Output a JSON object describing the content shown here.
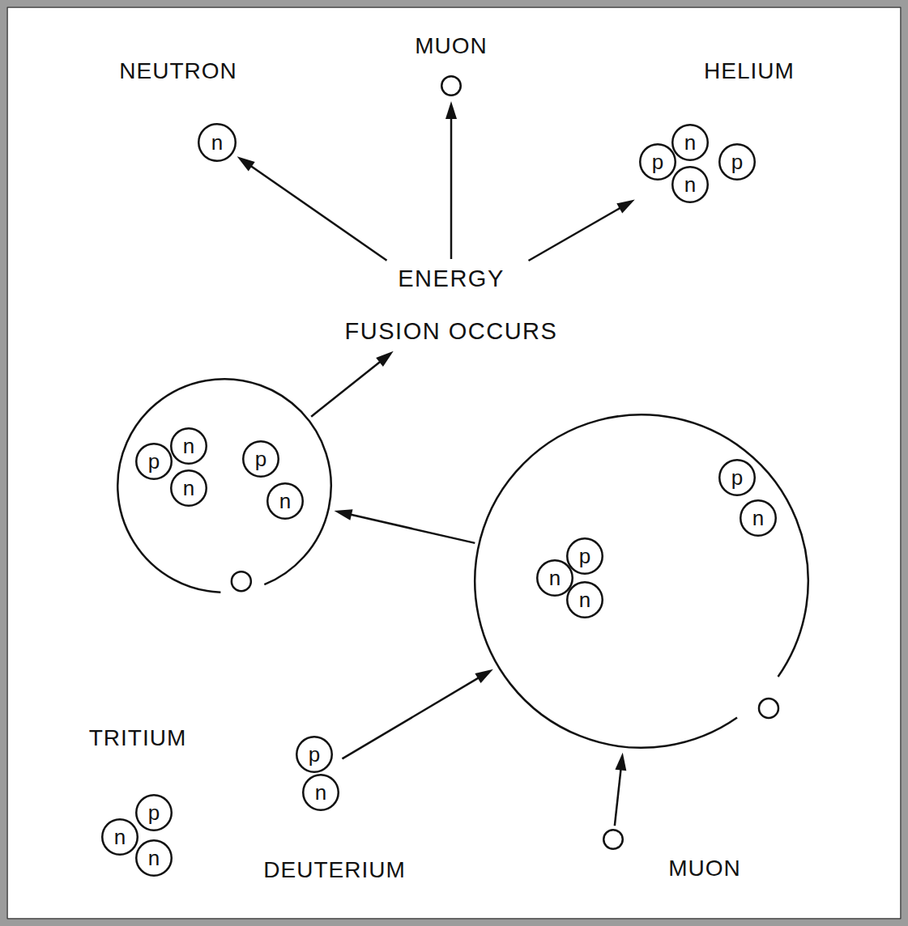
{
  "diagram": {
    "nodes": [
      {
        "text": [
          "NEUTRON",
          "n"
        ]
      },
      {
        "text": [
          "MUON"
        ]
      },
      {
        "text": [
          "HELIUM"
        ]
      },
      {
        "text": [
          "p"
        ],
        "in": 2
      },
      {
        "text": [
          "n"
        ],
        "in": 2
      },
      {
        "text": [
          "p"
        ],
        "in": 2
      },
      {
        "text": [
          "n"
        ],
        "in": 2
      },
      {
        "text": [
          "ENERGY",
          "FUSION OCCURS"
        ]
      },
      {
        "text": []
      },
      {
        "text": [
          "p"
        ],
        "in": 8
      },
      {
        "text": [
          "n"
        ],
        "in": 8
      },
      {
        "text": [
          "n"
        ],
        "in": 8
      },
      {
        "text": [
          "p"
        ],
        "in": 8
      },
      {
        "text": [
          "n"
        ],
        "in": 8
      },
      {
        "text": []
      },
      {
        "text": [
          "p"
        ],
        "in": 14
      },
      {
        "text": [
          "n"
        ],
        "in": 14
      },
      {
        "text": [
          "n"
        ],
        "in": 14
      },
      {
        "text": [
          "p"
        ],
        "in": 14
      },
      {
        "text": [
          "n"
        ],
        "in": 14
      },
      {
        "text": [
          "TRITIUM"
        ]
      },
      {
        "text": [
          "p"
        ],
        "in": 20
      },
      {
        "text": [
          "n"
        ],
        "in": 20
      },
      {
        "text": [
          "n"
        ],
        "in": 20
      },
      {
        "text": [
          "DEUTERIUM"
        ]
      },
      {
        "text": [
          "p"
        ],
        "in": 24
      },
      {
        "text": [
          "n"
        ],
        "in": 24
      },
      {
        "text": [
          "MUON"
        ]
      }
    ],
    "edges": [
      {
        "from": 7,
        "to": 0,
        "arrow": "to"
      },
      {
        "from": 7,
        "to": 1,
        "arrow": "to"
      },
      {
        "from": 7,
        "to": 2,
        "arrow": "to"
      },
      {
        "from": 8,
        "to": 7,
        "arrow": "to"
      },
      {
        "from": 14,
        "to": 8,
        "arrow": "to"
      },
      {
        "from": 24,
        "to": 14,
        "arrow": "to"
      },
      {
        "from": 27,
        "to": 14,
        "arrow": "to"
      }
    ]
  }
}
